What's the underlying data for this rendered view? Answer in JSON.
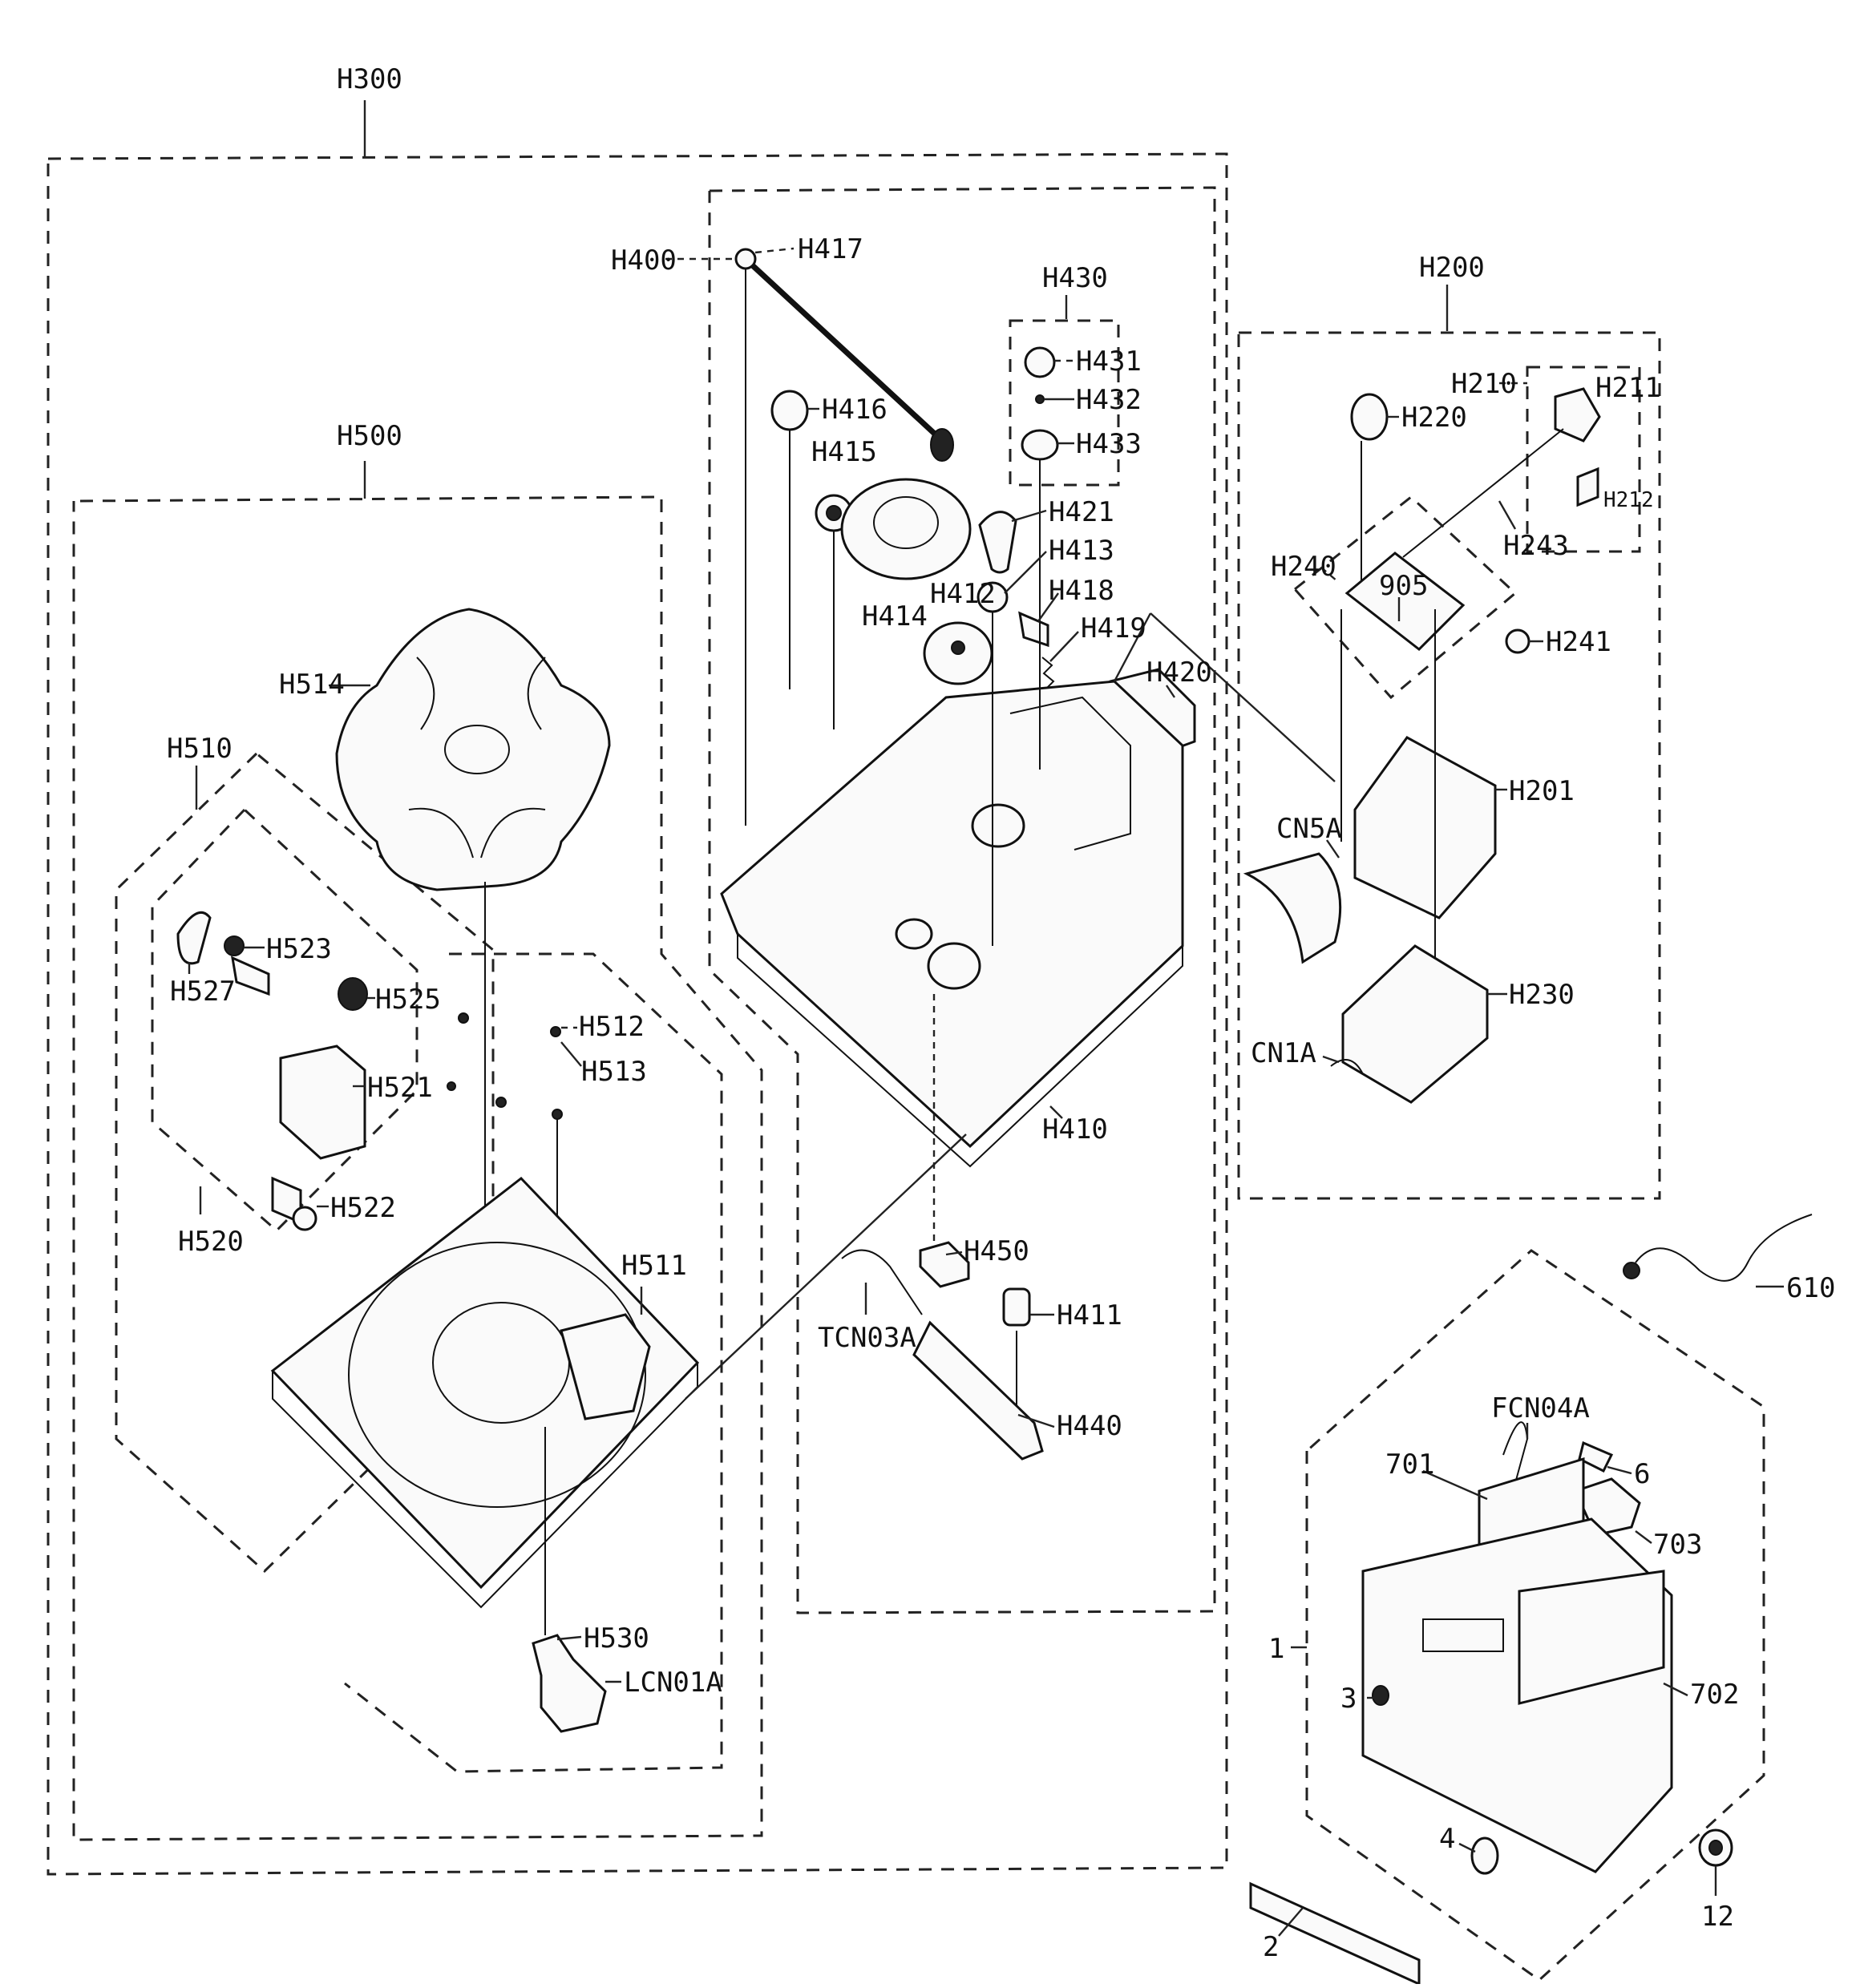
{
  "diagram": {
    "groups": {
      "H300": "H300",
      "H400": "H400",
      "H430": "H430",
      "H500": "H500",
      "H510": "H510",
      "H520": "H520",
      "H200": "H200",
      "H210": "H210"
    },
    "parts": {
      "H417": "H417",
      "H416": "H416",
      "H415": "H415",
      "H414": "H414",
      "H412": "H412",
      "H413": "H413",
      "H418": "H418",
      "H419": "H419",
      "H421": "H421",
      "H431": "H431",
      "H432": "H432",
      "H433": "H433",
      "H420": "H420",
      "H410": "H410",
      "H450": "H450",
      "H411": "H411",
      "H440": "H440",
      "TCN03A": "TCN03A",
      "H514": "H514",
      "H523": "H523",
      "H527": "H527",
      "H525": "H525",
      "H521": "H521",
      "H522": "H522",
      "H512": "H512",
      "H513": "H513",
      "H511": "H511",
      "H530": "H530",
      "LCN01A": "LCN01A",
      "H220": "H220",
      "H211": "H211",
      "H212": "H212",
      "H243": "H243",
      "H240": "H240",
      "905": "905",
      "H241": "H241",
      "H201": "H201",
      "CN5A": "CN5A",
      "H230": "H230",
      "CN1A": "CN1A",
      "610": "610",
      "FCN04A": "FCN04A",
      "701": "701",
      "6": "6",
      "703": "703",
      "1": "1",
      "3": "3",
      "702": "702",
      "2": "2",
      "4": "4",
      "12": "12"
    }
  }
}
